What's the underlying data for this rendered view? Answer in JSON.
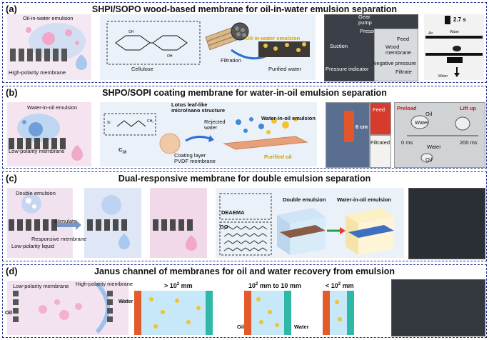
{
  "panels": [
    {
      "label": "(a)",
      "title": "SHPI/SOPO wood-based membrane for oil-in-water emulsion separation"
    },
    {
      "label": "(b)",
      "title": "SHPO/SOPI coating membrane for water-in-oil emulsion separation"
    },
    {
      "label": "(c)",
      "title": "Dual-responsive membrane for double emulsion separation"
    },
    {
      "label": "(d)",
      "title": "Janus channel of membranes for oil and water recovery from emulsion"
    }
  ],
  "a": {
    "oil_in_water": "Oil-in-water emulsion",
    "high_polarity": "High-polarity membrane",
    "cellulose": "Cellulose",
    "oiw_label": "Oil-in-water emulsion",
    "filtration": "Filtration",
    "purified_water": "Purified water",
    "gear_pump": "Gear\npump",
    "pressure_sensor": "Pressure sensor",
    "suction": "Suction",
    "pressure_indicator": "Pressure indicator",
    "feed": "Feed",
    "wood_membrane": "Wood\nmembrane",
    "negative_pressure": "Negative pressure",
    "filtrate": "Filtrate",
    "time": "2.7 s",
    "air": "Air",
    "water1": "Water",
    "water2": "Water"
  },
  "b": {
    "water_in_oil": "Water-in-oil emulsion",
    "low_polarity": "Low-polarity membrane",
    "lotus": "Lotus leaf-like\nmicro/nano structure",
    "rejected": "Rejected\nwater",
    "wio_label": "Water-in-oil emulsion",
    "c18": "C",
    "c18_sub": "18",
    "coating": "Coating layer",
    "pvdf": "PVDF membrane",
    "purified_oil": "Purified oil",
    "height": "6 cm",
    "feed": "Feed",
    "filtrated": "Filtrated",
    "preload": "Preload",
    "liftup": "Lift up",
    "oil1": "Oil",
    "water_drop": "Water",
    "t0": "0 ms",
    "t200": "200 ms",
    "water2": "Water",
    "oil2": "Oil"
  },
  "c": {
    "double_emulsion": "Double emulsion",
    "stimulate": "Stimulate",
    "responsive": "Responsive membrane",
    "low_polarity_liquid": "Low-polarity liquid",
    "deaema": "DEAEMA",
    "go": "GO",
    "double_emulsion2": "Double emulsion",
    "wio": "Water-in-oil emulsion"
  },
  "d": {
    "low_polarity": "Low-polarity membrane",
    "high_polarity": "High-polarity membrane",
    "oil": "Oil",
    "water": "Water",
    "range1": "> 10",
    "range1_sup": "2",
    "range1_unit": " mm",
    "range2": "10",
    "range2_sup": "2",
    "range2_unit": " mm to 10 mm",
    "range3": "< 10",
    "range3_sup": "2",
    "range3_unit": " mm",
    "oil2": "Oil",
    "water2": "Water"
  }
}
